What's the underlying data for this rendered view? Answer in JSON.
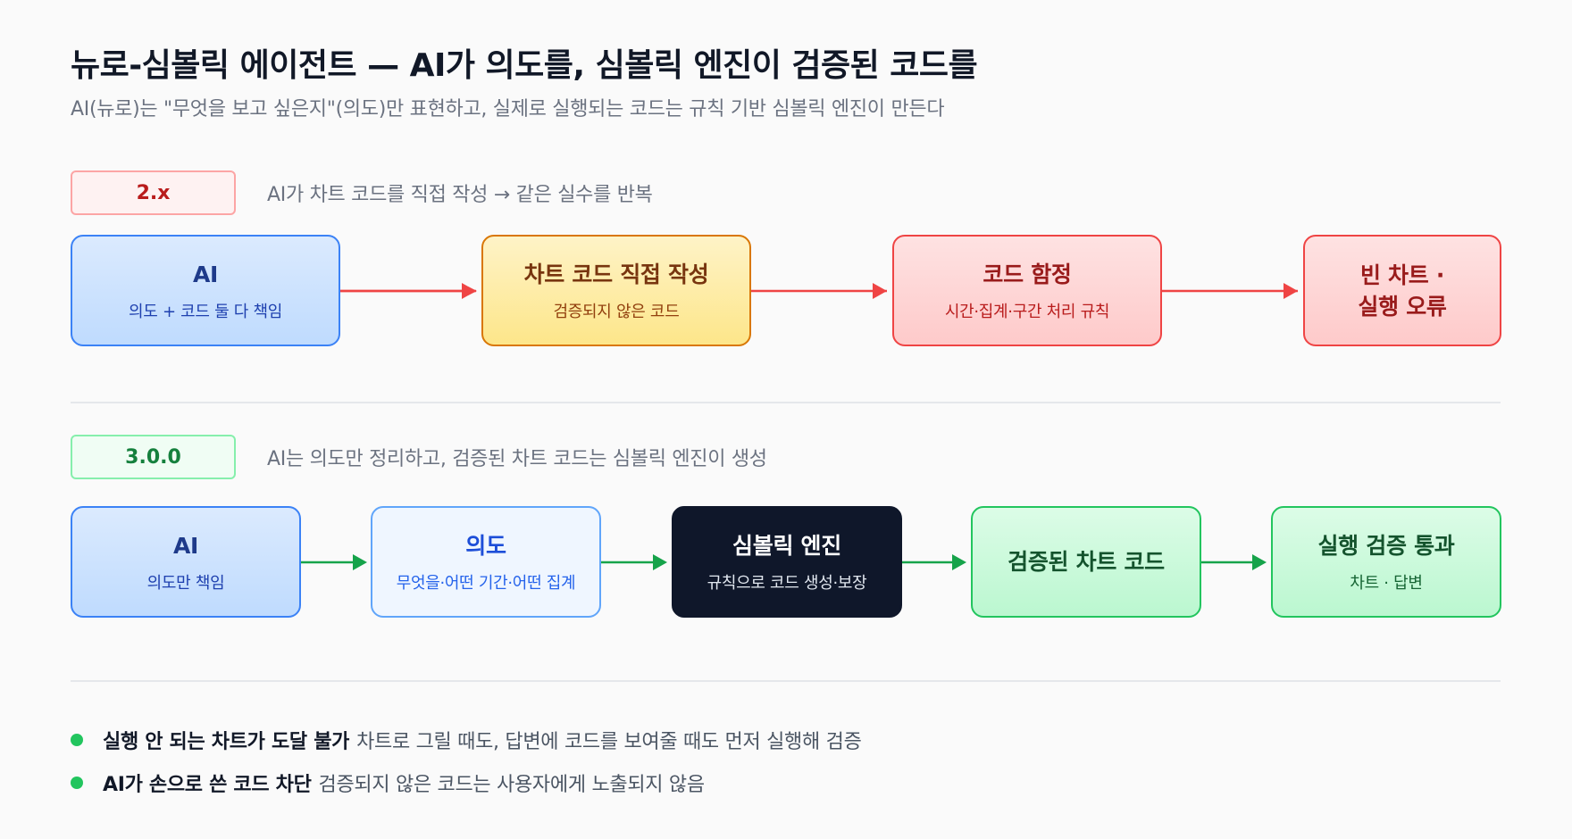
{
  "title": "뉴로-심볼릭 에이전트 — AI가 의도를, 심볼릭 엔진이 검증된 코드를",
  "subtitle": "AI(뉴로)는 \"무엇을 보고 싶은지\"(의도)만 표현하고, 실제로 실행되는 코드는 규칙 기반 심볼릭 엔진이 만든다",
  "v2": {
    "tag": "2.x",
    "caption": "AI가 차트 코드를 직접 작성 → 같은 실수를 반복",
    "nodes": [
      {
        "title": "AI",
        "sub": "의도 + 코드 둘 다 책임"
      },
      {
        "title": "차트 코드 직접 작성",
        "sub": "검증되지 않은 코드"
      },
      {
        "title": "코드 함정",
        "sub": "시간·집계·구간 처리 규칙"
      },
      {
        "title": "빈 차트 ·\n실행 오류",
        "sub": ""
      }
    ],
    "arrow_color": "#ef4444"
  },
  "v3": {
    "tag": "3.0.0",
    "caption": "AI는 의도만 정리하고, 검증된 차트 코드는 심볼릭 엔진이 생성",
    "nodes": [
      {
        "title": "AI",
        "sub": "의도만 책임"
      },
      {
        "title": "의도",
        "sub": "무엇을·어떤 기간·어떤 집계"
      },
      {
        "title": "심볼릭 엔진",
        "sub": "규칙으로 코드 생성·보장"
      },
      {
        "title": "검증된 차트 코드",
        "sub": ""
      },
      {
        "title": "실행 검증 통과",
        "sub": "차트 · 답변"
      }
    ],
    "arrow_color": "#16a34a"
  },
  "bullets": [
    {
      "bold": "실행 안 되는 차트가 도달 불가",
      "rest": "차트로 그릴 때도, 답변에 코드를 보여줄 때도 먼저 실행해 검증"
    },
    {
      "bold": "AI가 손으로 쓴 코드 차단",
      "rest": "검증되지 않은 코드는 사용자에게 노출되지 않음"
    }
  ],
  "colors": {
    "bullet_dot": "#22c55e",
    "v2_arrow": "#ef4444",
    "v3_arrow": "#16a34a"
  }
}
